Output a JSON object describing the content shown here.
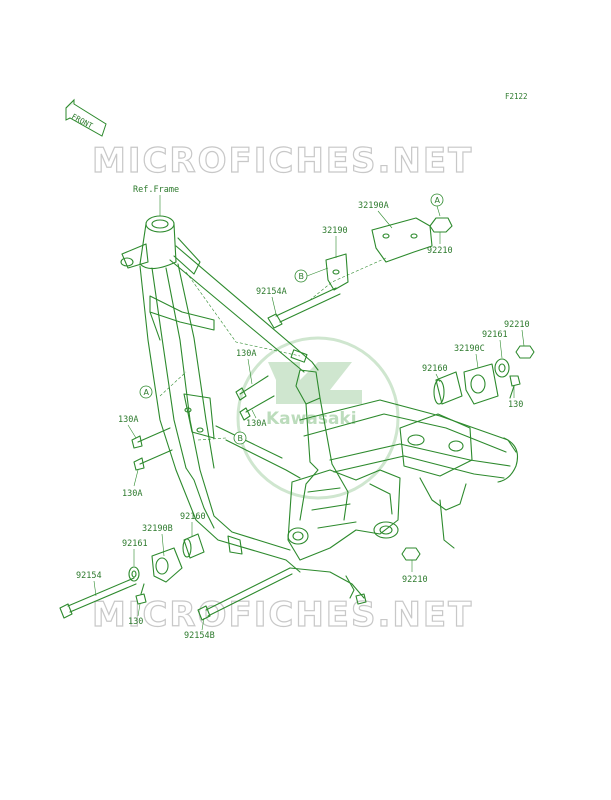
{
  "figure_code": "F2122",
  "front_label": "FRONT",
  "watermark": "MICROFICHES.NET",
  "brand": "Kawasaki",
  "ref_label": "Ref.Frame",
  "callouts": {
    "A": "A",
    "B": "B"
  },
  "parts": {
    "p32190A": "32190A",
    "p32190": "32190",
    "p92210_top": "92210",
    "p92154A": "92154A",
    "p92210_right": "92210",
    "p92161_right": "92161",
    "p32190C": "32190C",
    "p92160_right": "92160",
    "p130_right": "130",
    "p130A_1": "130A",
    "p130A_2": "130A",
    "p130A_3": "130A",
    "p130A_4": "130A",
    "p92160_left": "92160",
    "p32190B": "32190B",
    "p92161_left": "92161",
    "p92154": "92154",
    "p130_left": "130",
    "p92154B": "92154B",
    "p92210_bottom": "92210"
  }
}
